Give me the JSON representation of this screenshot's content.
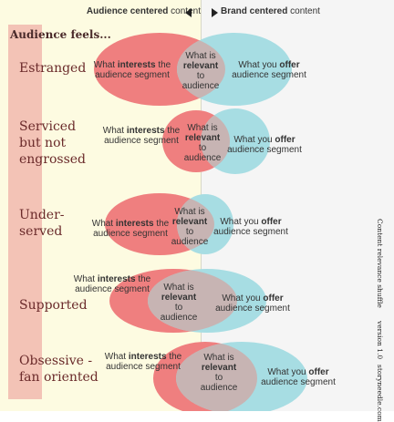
{
  "header": {
    "left_bold": "Audience centered",
    "left_rest": " content",
    "right_bold": "Brand centered",
    "right_rest": " content"
  },
  "band_title": "Audience feels...",
  "labels": {
    "interests_pre": "What ",
    "interests_bold": "interests",
    "interests_post": " the",
    "interests_line2": "audience segment",
    "relevant_line1": "What is",
    "relevant_bold": "relevant",
    "relevant_line3": "to",
    "relevant_line4": "audience",
    "offer_pre": "What you ",
    "offer_bold": "offer",
    "offer_line2": "audience segment"
  },
  "rows": [
    {
      "label": "Estranged"
    },
    {
      "label": "Serviced\nbut not\nengrossed"
    },
    {
      "label": "Under-\nserved"
    },
    {
      "label": "Supported"
    },
    {
      "label": "Obsessive -\nfan oriented"
    }
  ],
  "side_note": {
    "title": "Content relevance shuffle",
    "version": "version 1.0",
    "site": "storyneedle.com"
  },
  "colors": {
    "interest_circle": "#ef7f7f",
    "offer_circle": "#a7dde3",
    "overlap": "#c7b4b3",
    "band": "#f3c3b6",
    "label_text": "#6a2a2a"
  }
}
